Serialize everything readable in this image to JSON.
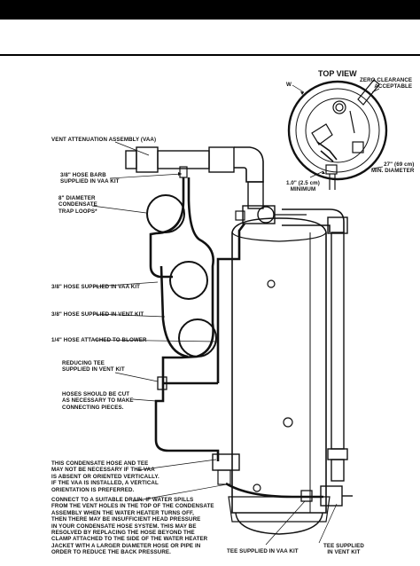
{
  "header": {
    "bar": ""
  },
  "top_view": {
    "title": "TOP VIEW",
    "w_label": "W",
    "zero_clearance": "ZERO CLEARANCE\nACCEPTABLE",
    "min_diameter": "27\" (69 cm)\nMIN. DIAMETER",
    "minimum": "1.0\" (2.5 cm)\nMINIMUM"
  },
  "labels": {
    "vaa": "VENT ATTENUATION ASSEMBLY (VAA)",
    "hose_barb": "3/8\" HOSE BARB\nSUPPLIED IN VAA KIT",
    "trap_loops": "8\" DIAMETER\nCONDENSATE\nTRAP LOOPS*",
    "hose_vaa": "3/8\" HOSE SUPPLIED IN VAA KIT",
    "hose_vent": "3/8\" HOSE SUPPLIED IN VENT KIT",
    "hose_blower": "1/4\" HOSE ATTACHED TO BLOWER",
    "reducing_tee": "REDUCING TEE\nSUPPLIED IN VENT KIT",
    "hoses_cut": "HOSES SHOULD BE CUT\nAS NECESSARY TO MAKE\nCONNECTING PIECES.",
    "condensate_note": "THIS CONDENSATE HOSE AND TEE\nMAY NOT BE NECESSARY IF THE VAA\nIS ABSENT OR ORIENTED VERTICALLY.\nIF THE VAA IS INSTALLED, A VERTICAL\nORIENTATION IS PREFERRED.",
    "drain_note": "CONNECT TO A SUITABLE DRAIN. IF WATER SPILLS\nFROM THE VENT HOLES IN THE TOP OF THE CONDENSATE\nASSEMBLY WHEN THE WATER HEATER TURNS OFF,\nTHEN THERE MAY BE INSUFFICIENT HEAD PRESSURE\nIN YOUR CONDENSATE HOSE SYSTEM. THIS MAY BE\nRESOLVED BY REPLACING THE HOSE BEYOND THE\nCLAMP ATTACHED TO THE SIDE OF THE WATER HEATER\nJACKET WITH A LARGER DIAMETER HOSE OR PIPE IN\nORDER TO REDUCE THE BACK PRESSURE.",
    "tee_vaa": "TEE SUPPLIED IN VAA KIT",
    "tee_vent": "TEE SUPPLIED\nIN VENT KIT"
  }
}
